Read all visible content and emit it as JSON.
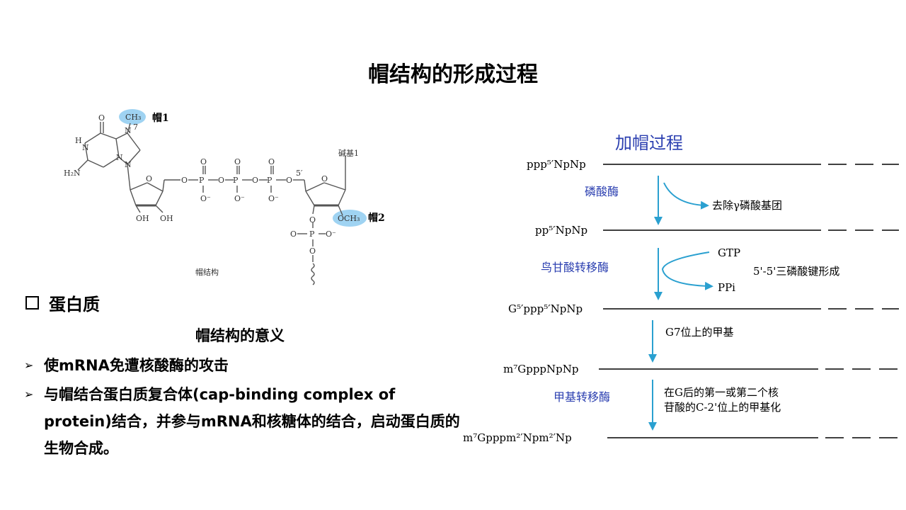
{
  "title": "帽结构的形成过程",
  "structure": {
    "ch3": "CH₃",
    "cap1": "帽1",
    "n7": "7",
    "o_top": "O",
    "hn": "H",
    "n_hn": "N",
    "h2n": "H₂N",
    "base1": "碱基1",
    "five_prime": "5′",
    "och3": "OCH₃",
    "cap2": "帽2",
    "oh1": "OH",
    "oh2": "OH",
    "caption": "帽结构"
  },
  "section": {
    "label": "蛋白质"
  },
  "meaning": {
    "heading": "帽结构的意义",
    "bullets": [
      "使mRNA免遭核酸酶的攻击",
      "与帽结合蛋白质复合体(cap-binding complex of protein)结合，并参与mRNA和核糖体的结合，启动蛋白质的生物合成。"
    ]
  },
  "process": {
    "heading": "加帽过程",
    "rows": [
      "ppp⁵′NpNp",
      "pp⁵′NpNp",
      "G⁵′ppp⁵′NpNp",
      "m⁷GpppNpNp",
      "m⁷Gpppm²′Npm²′Np"
    ],
    "enzymes": [
      "磷酸酶",
      "鸟甘酸转移酶",
      "甲基转移酶"
    ],
    "notes": {
      "step1": "去除γ磷酸基团",
      "gtp": "GTP",
      "ppi": "PPi",
      "step2": "5'-5'三磷酸键形成",
      "step3": "G7位上的甲基",
      "step4_line1": "在G后的第一或第二个核",
      "step4_line2": "苷酸的C-2'位上的甲基化"
    }
  },
  "colors": {
    "enzyme": "#2b3fb0",
    "arrow": "#2aa0d0",
    "highlight": "#9fd3f2"
  }
}
